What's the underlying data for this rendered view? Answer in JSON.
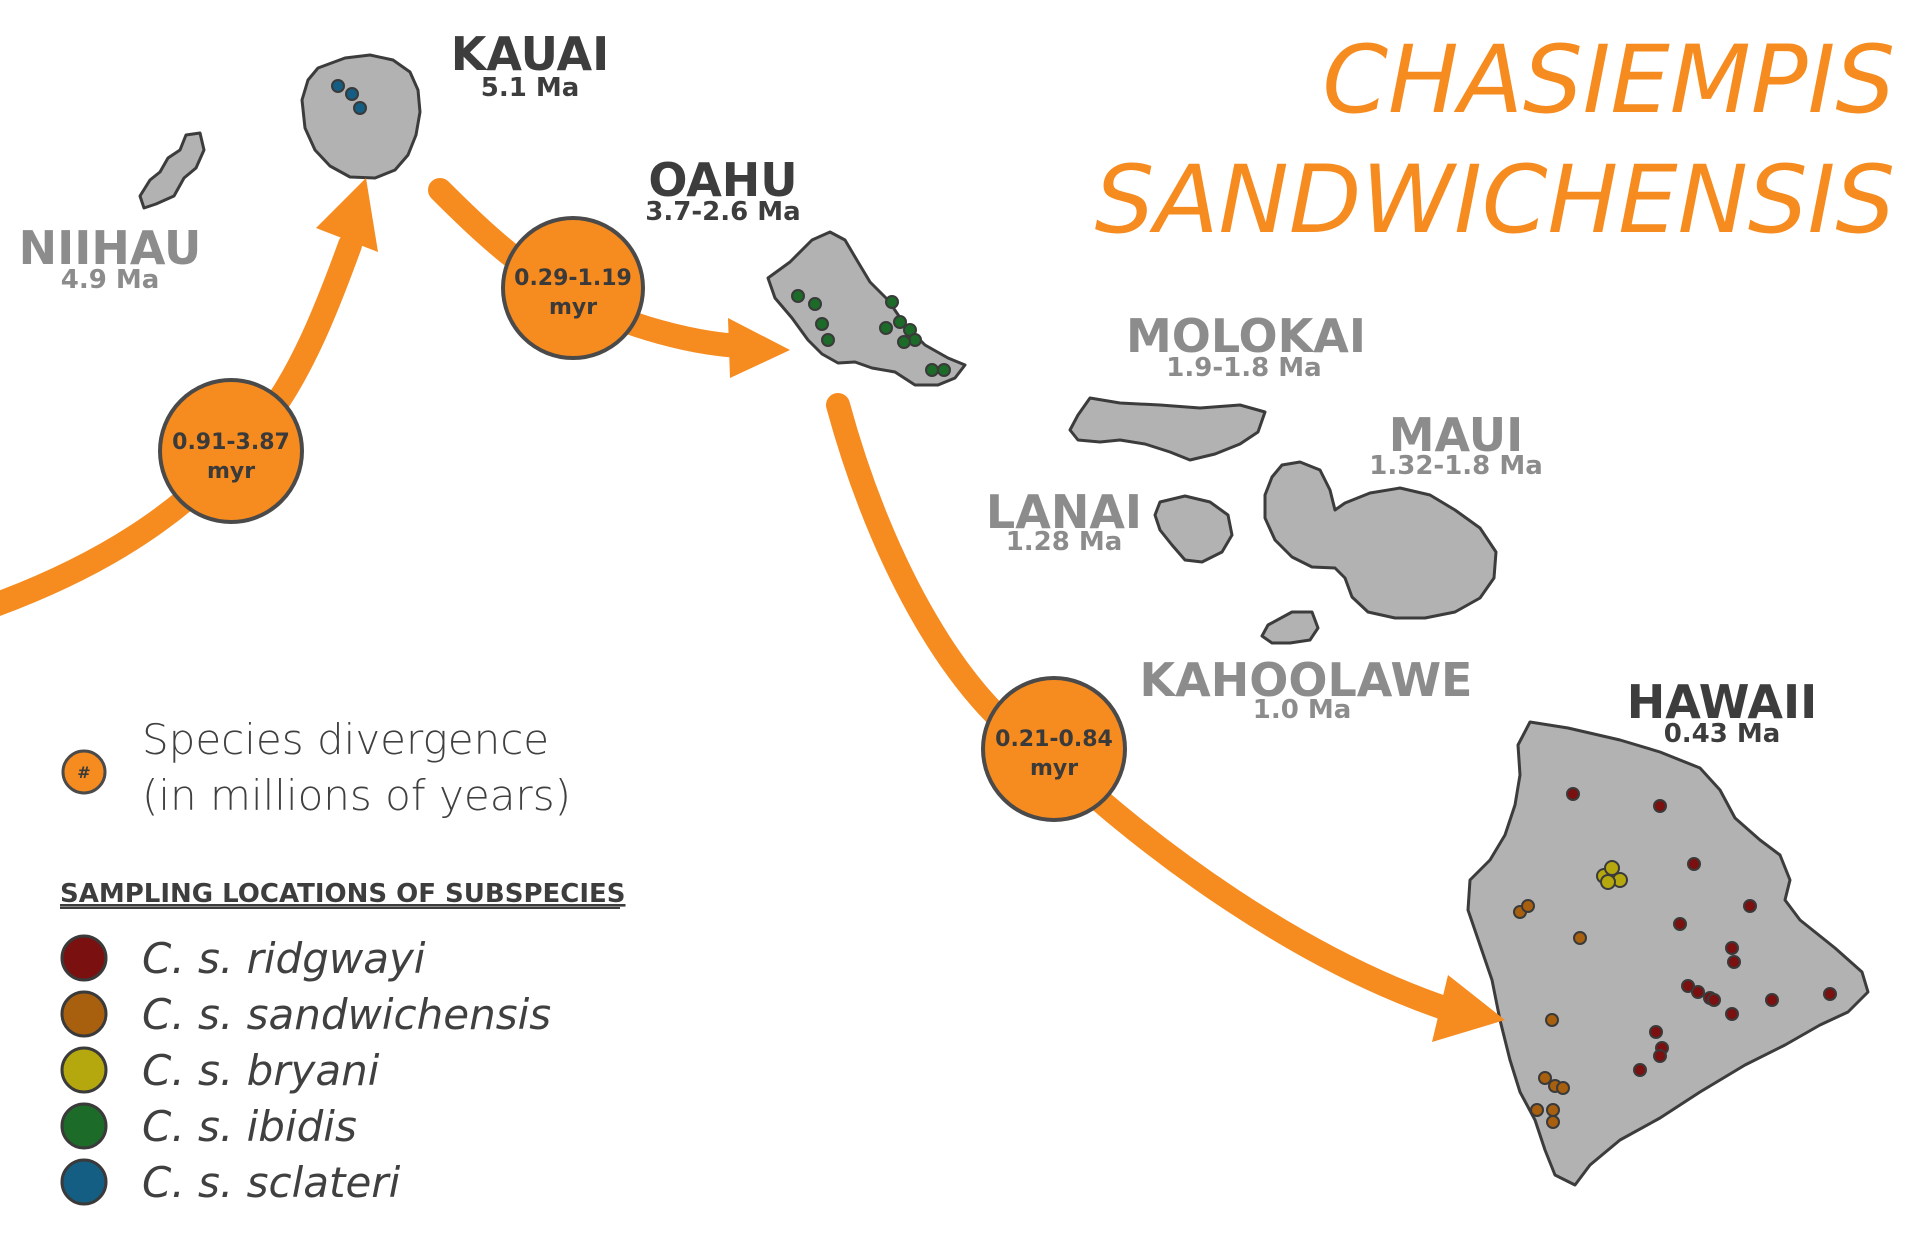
{
  "title": {
    "line1": "CHASIEMPIS",
    "line2": "SANDWICHENSIS",
    "color": "#f68b1f"
  },
  "islands": [
    {
      "id": "kauai",
      "name": "KAUAI",
      "age": "5.1 Ma",
      "style": "dark"
    },
    {
      "id": "niihau",
      "name": "NIIHAU",
      "age": "4.9 Ma",
      "style": "light"
    },
    {
      "id": "oahu",
      "name": "OAHU",
      "age": "3.7-2.6 Ma",
      "style": "dark"
    },
    {
      "id": "molokai",
      "name": "MOLOKAI",
      "age": "1.9-1.8 Ma",
      "style": "light"
    },
    {
      "id": "maui",
      "name": "MAUI",
      "age": "1.32-1.8 Ma",
      "style": "light"
    },
    {
      "id": "lanai",
      "name": "LANAI",
      "age": "1.28 Ma",
      "style": "light"
    },
    {
      "id": "kahoolawe",
      "name": "KAHOOLAWE",
      "age": "1.0 Ma",
      "style": "light"
    },
    {
      "id": "hawaii",
      "name": "HAWAII",
      "age": "0.43 Ma",
      "style": "dark"
    }
  ],
  "divergences": [
    {
      "id": "to-kauai",
      "range": "0.91-3.87",
      "unit": "myr"
    },
    {
      "id": "kauai-oahu",
      "range": "0.29-1.19",
      "unit": "myr"
    },
    {
      "id": "oahu-hawaii",
      "range": "0.21-0.84",
      "unit": "myr"
    }
  ],
  "legend": {
    "divergence_symbol": "#",
    "divergence_line1": "Species divergence",
    "divergence_line2": "(in millions of years)",
    "heading": "SAMPLING LOCATIONS OF SUBSPECIES",
    "subspecies": [
      {
        "id": "ridgwayi",
        "label": "C. s. ridgwayi",
        "color": "#7a1010"
      },
      {
        "id": "sandwichensis",
        "label": "C. s. sandwichensis",
        "color": "#a8600f"
      },
      {
        "id": "bryani",
        "label": "C. s. bryani",
        "color": "#b5a70e"
      },
      {
        "id": "ibidis",
        "label": "C. s. ibidis",
        "color": "#1c6b28"
      },
      {
        "id": "sclateri",
        "label": "C. s. sclateri",
        "color": "#135e82"
      }
    ]
  },
  "colors": {
    "arrow": "#f68b1f",
    "island_fill": "#b2b2b2",
    "island_stroke": "#3c3c3c"
  }
}
